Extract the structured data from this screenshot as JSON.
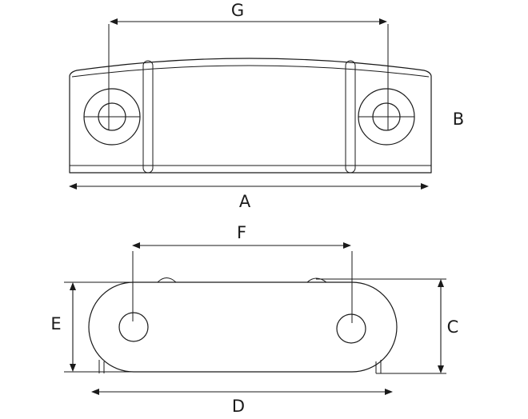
{
  "labels": {
    "a": "A",
    "b": "B",
    "c": "C",
    "d": "D",
    "e": "E",
    "f": "F",
    "g": "G"
  },
  "colors": {
    "line": "#1a1a1a",
    "background": "#ffffff"
  }
}
